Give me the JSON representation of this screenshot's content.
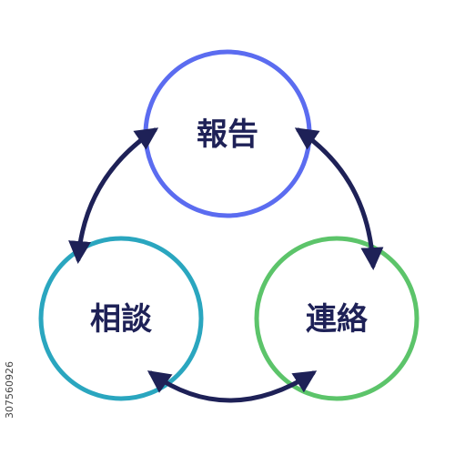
{
  "diagram": {
    "nodes": [
      {
        "id": "houkoku",
        "label": "報告",
        "color": "#5b6cf0"
      },
      {
        "id": "renraku",
        "label": "連絡",
        "color": "#5cc46a"
      },
      {
        "id": "soudan",
        "label": "相談",
        "color": "#2aa6bf"
      }
    ],
    "arrow_color": "#1e2157"
  },
  "watermark": {
    "stock_id": "307560926"
  }
}
